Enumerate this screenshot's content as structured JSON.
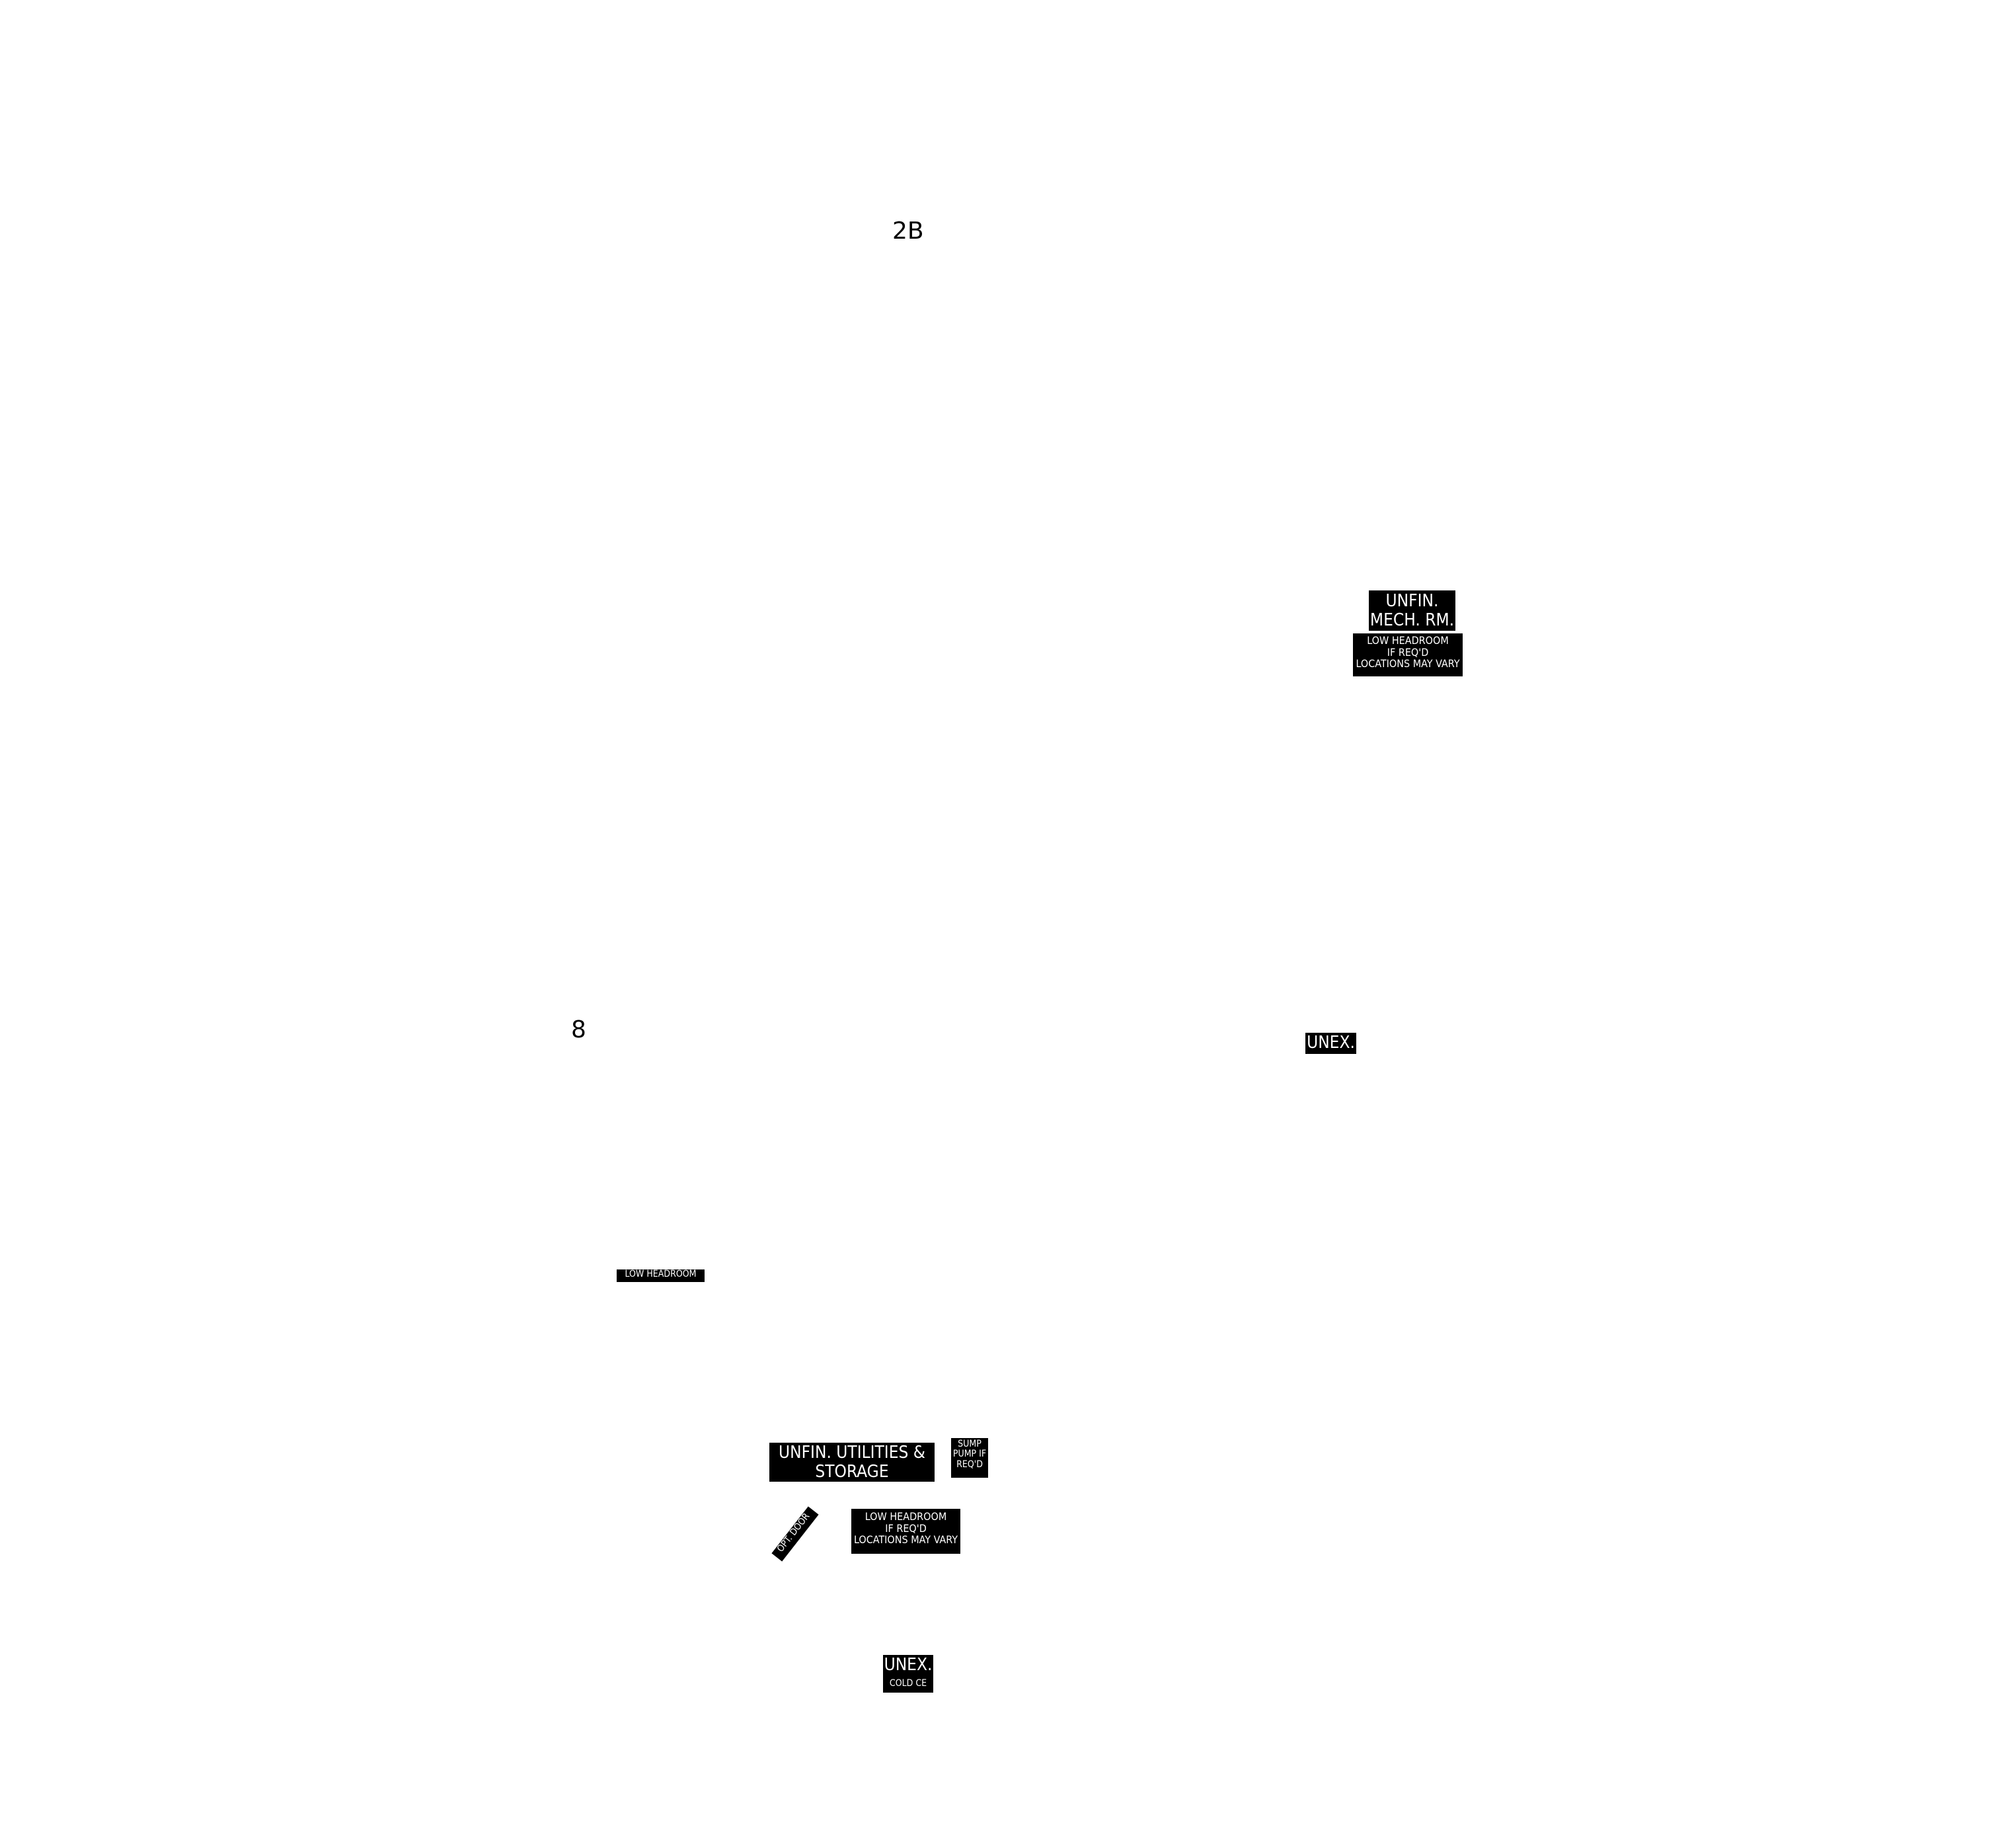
{
  "labels": {
    "room_2b": "2B",
    "room_8": "8",
    "mech_room": [
      "UNFIN.",
      "MECH. RM."
    ],
    "mech_note": [
      "LOW HEADROOM",
      "IF REQ'D",
      "LOCATIONS MAY VARY"
    ],
    "unex_right": "UNEX.",
    "low_headroom_left": "LOW HEADROOM",
    "utilities": [
      "UNFIN. UTILITIES &",
      "STORAGE"
    ],
    "sump_pump": [
      "SUMP",
      "PUMP IF",
      "REQ'D"
    ],
    "opt_door": "OPT. DOOR",
    "utilities_note": [
      "LOW HEADROOM",
      "IF REQ'D",
      "LOCATIONS MAY VARY"
    ],
    "unex_bottom": "UNEX.",
    "cold_cellar": "COLD CE"
  },
  "colors": {
    "background": "#ffffff",
    "label_fill": "#000000",
    "label_text": "#ffffff",
    "plain_text": "#000000"
  }
}
